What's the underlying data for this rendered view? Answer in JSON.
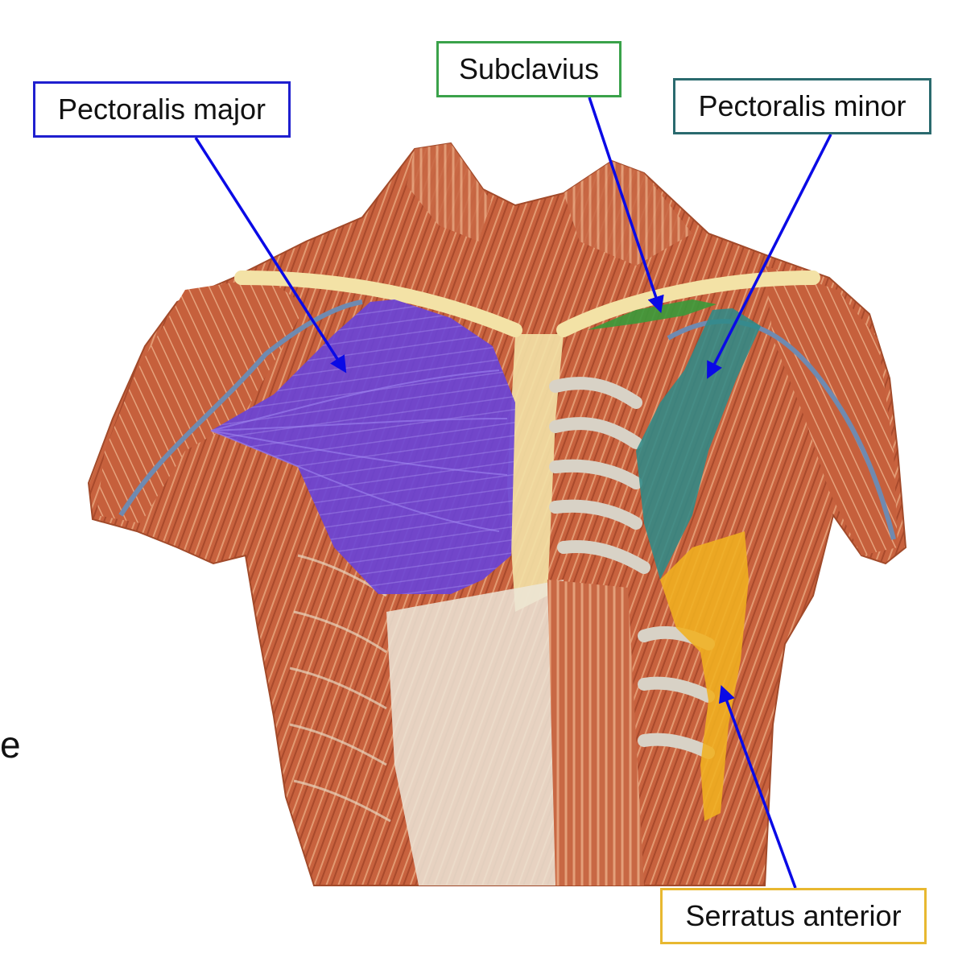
{
  "labels": {
    "pectoralis_major": {
      "text": "Pectoralis major",
      "border_color": "#1f1fcf",
      "region_color": "#6a3fd8"
    },
    "subclavius": {
      "text": "Subclavius",
      "border_color": "#3aa24a",
      "region_color": "#3a9a3a"
    },
    "pectoralis_minor": {
      "text": "Pectoralis minor",
      "border_color": "#2a6a6e",
      "region_color": "#2f8a88"
    },
    "serratus_anterior": {
      "text": "Serratus anterior",
      "border_color": "#e8b830",
      "region_color": "#f0b020"
    }
  },
  "edge_fragment": "e",
  "colors": {
    "arrow": "#0a0ae6",
    "muscle": "#c8623e",
    "muscle_light": "#e29a72",
    "fascia": "#ece6d8",
    "bone": "#f3e2a6",
    "vessel": "#6f8ab0"
  }
}
